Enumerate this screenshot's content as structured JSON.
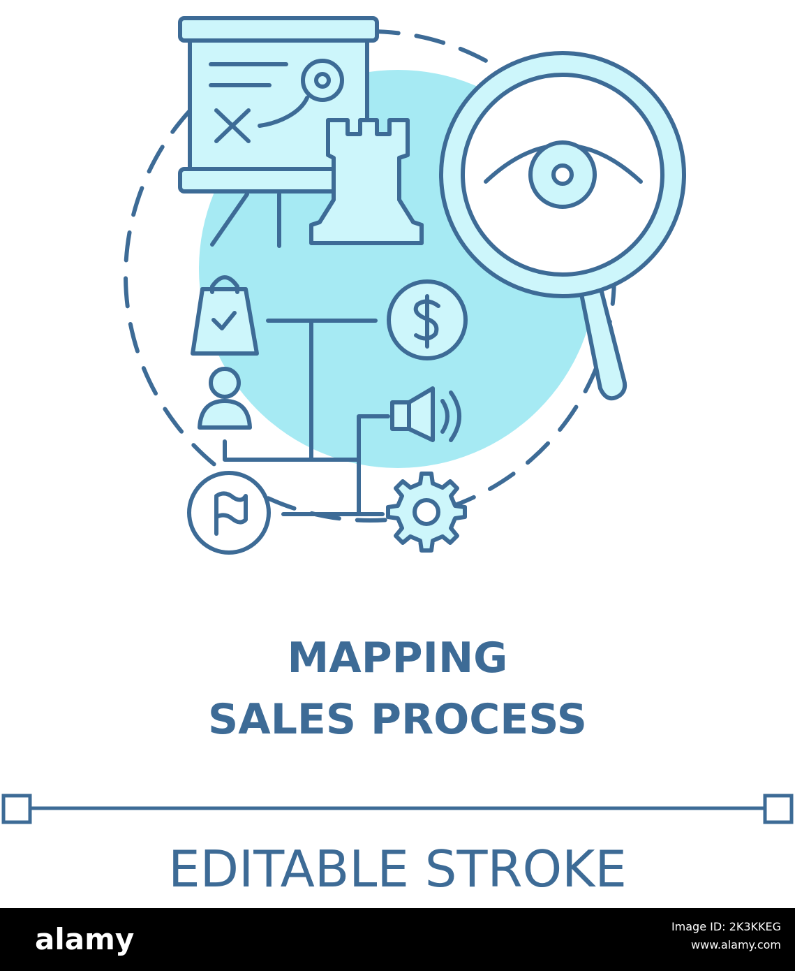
{
  "colors": {
    "stroke": "#3d6b96",
    "fill": "#cdf6fb",
    "accent_circle": "#a6eaf3",
    "background": "#ffffff",
    "footer": "#000000"
  },
  "icons": [
    "presentation-board-icon",
    "chess-rook-icon",
    "magnifier-eye-icon",
    "shopping-bag-icon",
    "dollar-coin-icon",
    "customer-icon",
    "megaphone-speaker-icon",
    "flag-icon",
    "gear-icon"
  ],
  "title": {
    "line1": "MAPPING",
    "line2": "SALES PROCESS"
  },
  "subtitle": "EDITABLE STROKE",
  "footer": {
    "logo": "alamy",
    "image_id": "Image ID: 2K3KKEG",
    "site": "www.alamy.com"
  }
}
